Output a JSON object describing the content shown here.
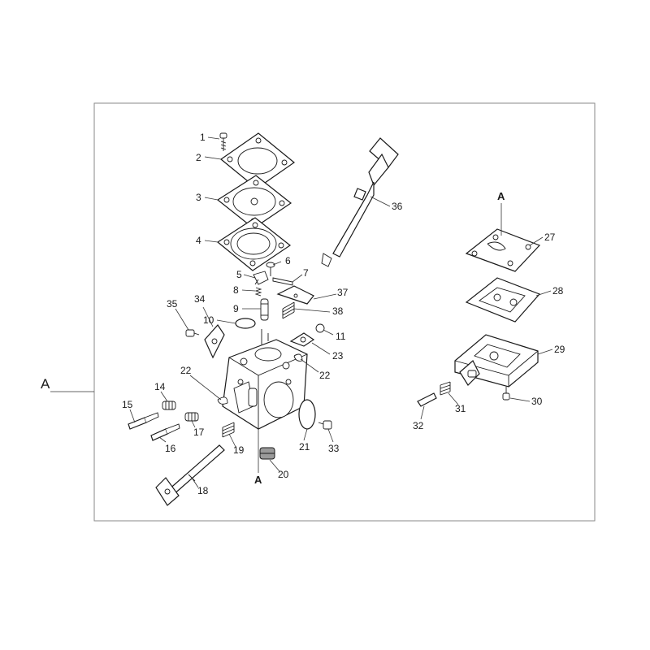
{
  "sheet_reference": "A",
  "reference_marks": {
    "main_body": "A",
    "pump_cover": "A"
  },
  "part_numbers": {
    "p1": "1",
    "p2": "2",
    "p3": "3",
    "p4": "4",
    "p5": "5",
    "p6": "6",
    "p7": "7",
    "p8": "8",
    "p9": "9",
    "p10": "10",
    "p11": "11",
    "p14": "14",
    "p15": "15",
    "p16": "16",
    "p17": "17",
    "p18": "18",
    "p19": "19",
    "p20": "20",
    "p21": "21",
    "p22a": "22",
    "p22b": "22",
    "p23": "23",
    "p27": "27",
    "p28": "28",
    "p29": "29",
    "p30": "30",
    "p31": "31",
    "p32": "32",
    "p33": "33",
    "p34": "34",
    "p35": "35",
    "p36": "36",
    "p37": "37",
    "p38": "38"
  }
}
